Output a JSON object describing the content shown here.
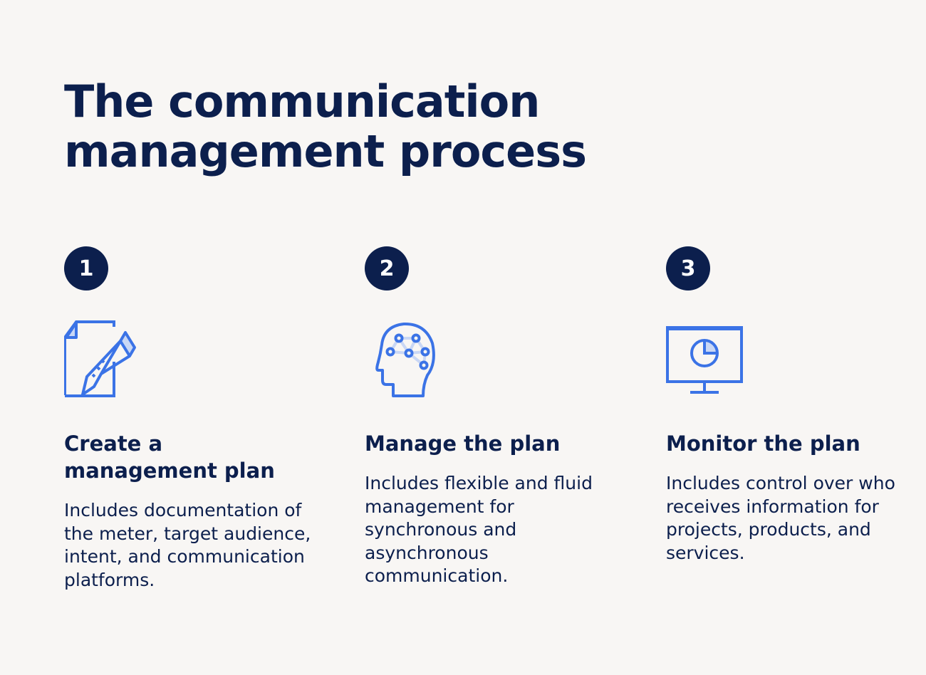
{
  "title": "The communication management process",
  "colors": {
    "navy": "#0c1f4d",
    "accent": "#3b73e6",
    "accent_light": "#c9d7f5",
    "background": "#f8f6f4"
  },
  "steps": [
    {
      "number": "1",
      "icon": "document-pencil-icon",
      "heading": "Create a management plan",
      "body": "Includes documentation of the meter, target audience, intent, and communication platforms."
    },
    {
      "number": "2",
      "icon": "head-network-icon",
      "heading": "Manage the plan",
      "body": "Includes flexible and fluid management for synchronous and asynchronous communication."
    },
    {
      "number": "3",
      "icon": "monitor-chart-icon",
      "heading": "Monitor the plan",
      "body": "Includes control over who receives information for projects, products, and services."
    }
  ]
}
